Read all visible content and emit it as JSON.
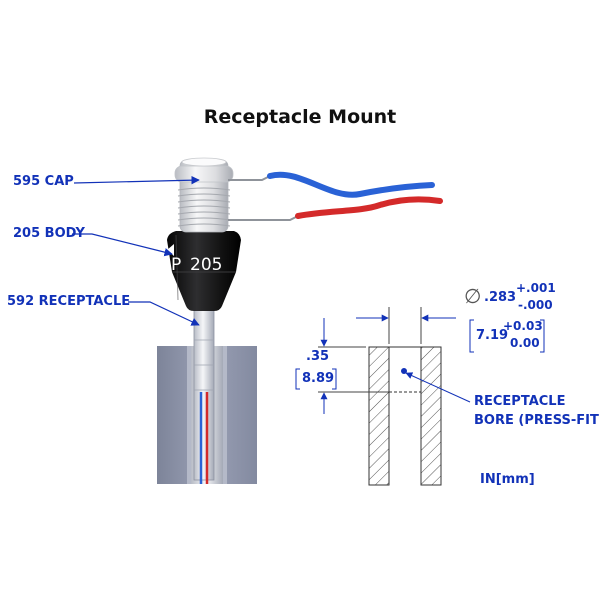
{
  "title": "Receptacle Mount",
  "callouts": {
    "cap": "595 CAP",
    "body": "205 BODY",
    "receptacle": "592 RECEPTACLE",
    "bore_line1": "RECEPTACLE",
    "bore_line2": "BORE (PRESS-FIT)"
  },
  "body_marking": {
    "letter": "P",
    "number": "205"
  },
  "dimensions": {
    "diameter_symbol": "∅",
    "diameter_in": ".283",
    "diameter_in_tol_plus": "+.001",
    "diameter_in_tol_minus": "-.000",
    "diameter_mm": "7.19",
    "diameter_mm_tol_plus": "+0.03",
    "diameter_mm_tol_minus": "0.00",
    "depth_in": ".35",
    "depth_mm": "8.89",
    "units": "IN[mm]"
  },
  "colors": {
    "callout": "#1232b8",
    "body": "#111111",
    "wire_blue": "#2a62d6",
    "wire_red": "#d42a2a",
    "block": "#8f96ad"
  }
}
